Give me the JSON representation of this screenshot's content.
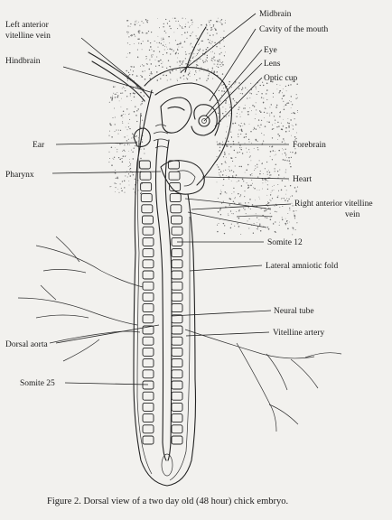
{
  "labels": {
    "left_anterior_vitelline_vein": [
      "Left anterior",
      "vitelline vein"
    ],
    "hindbrain": "Hindbrain",
    "midbrain": "Midbrain",
    "cavity_of_mouth": "Cavity of the mouth",
    "eye": "Eye",
    "lens": "Lens",
    "optic_cup": "Optic cup",
    "ear": "Ear",
    "forebrain": "Forebrain",
    "pharynx": "Pharynx",
    "heart": "Heart",
    "right_anterior_vitelline_vein": [
      "Right anterior vitelline",
      "vein"
    ],
    "somite_12": "Somite 12",
    "lateral_amniotic_fold": "Lateral amniotic fold",
    "neural_tube": "Neural tube",
    "dorsal_aorta": "Dorsal aorta",
    "vitelline_artery": "Vitelline artery",
    "somite_25": "Somite 25"
  },
  "caption": "Figure 2. Dorsal view of a two day old (48 hour) chick embryo."
}
